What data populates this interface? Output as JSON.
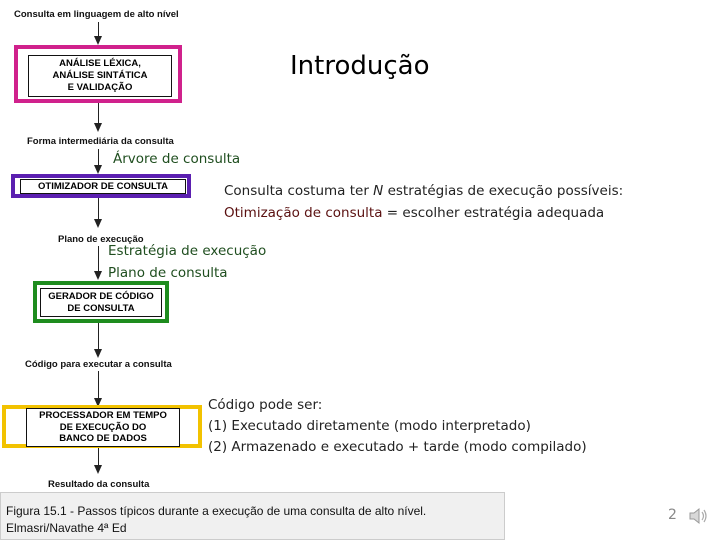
{
  "diagram": {
    "top_label": "Consulta em linguagem de alto nível",
    "box1": [
      "ANÁLISE LÉXICA,",
      "ANÁLISE SINTÁTICA",
      "E VALIDAÇÃO"
    ],
    "label2": "Forma intermediária da consulta",
    "box2": "OTIMIZADOR DE CONSULTA",
    "label3": "Plano de execução",
    "box3": [
      "GERADOR DE CÓDIGO",
      "DE CONSULTA"
    ],
    "label4": "Código para executar a consulta",
    "box4": [
      "PROCESSADOR EM TEMPO",
      "DE EXECUÇÃO DO",
      "BANCO DE DADOS"
    ],
    "label5": "Resultado da consulta",
    "frame_colors": {
      "box1": "#d0218c",
      "box2": "#5b1fb0",
      "box3": "#1e8c1e",
      "box4": "#f2c200"
    }
  },
  "slide": {
    "title": "Introdução",
    "annot_tree": "Árvore de consulta",
    "text1_pre": "Consulta costuma ter ",
    "text1_n": "N",
    "text1_post": " estratégias de execução possíveis:",
    "text2_a": "Otimização de consulta",
    "text2_b": " = escolher estratégia adequada",
    "annot_strategy": "Estratégia de execução",
    "annot_plan": "Plano de consulta",
    "code_intro": "Código pode ser:",
    "code_items": [
      "(1)  Executado diretamente (modo interpretado)",
      "(2)  Armazenado e executado + tarde (modo compilado)"
    ],
    "footer_line1": "Figura 15.1 - Passos típicos durante a execução de uma consulta de alto nível.",
    "footer_line2": "Elmasri/Navathe 4ª Ed",
    "page_number": "2"
  }
}
